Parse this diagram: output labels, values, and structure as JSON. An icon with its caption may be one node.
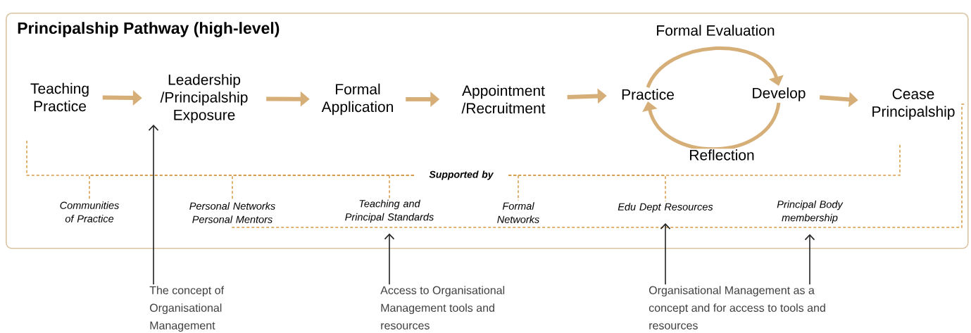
{
  "diagram": {
    "nodes": [
      {
        "text": [
          "Principalship Pathway (high-level)"
        ]
      },
      {
        "text": [
          "Teaching Practice"
        ],
        "in": 0
      },
      {
        "text": [
          "Leadership /Principalship Exposure"
        ],
        "in": 0
      },
      {
        "text": [
          "Formal Application"
        ],
        "in": 0
      },
      {
        "text": [
          "Appointment /Recruitment"
        ],
        "in": 0
      },
      {
        "text": [
          "Practice"
        ],
        "in": 0
      },
      {
        "text": [
          "Develop"
        ],
        "in": 0
      },
      {
        "text": [
          "Cease Principalship"
        ],
        "in": 0
      },
      {
        "text": [
          "Supported by"
        ],
        "in": 0
      },
      {
        "text": [
          "Communities of Practice"
        ],
        "in": 0
      },
      {
        "text": [
          "Personal Networks Personal Mentors"
        ],
        "in": 0
      },
      {
        "text": [
          "Teaching and Principal Standards"
        ],
        "in": 0
      },
      {
        "text": [
          "Formal Networks"
        ],
        "in": 0
      },
      {
        "text": [
          "Edu Dept Resources"
        ],
        "in": 0
      },
      {
        "text": [
          "Principal Body membership"
        ],
        "in": 0
      },
      {
        "text": [
          "The concept of Organisational Management"
        ]
      },
      {
        "text": [
          "Access to Organisational Management tools and resources"
        ]
      },
      {
        "text": [
          "Organisational Management as a concept and for access to tools and resources"
        ]
      }
    ],
    "edges": [
      {
        "from": 1,
        "to": 2,
        "arrow": "to",
        "style": "thick",
        "color": "#d6ae78"
      },
      {
        "from": 2,
        "to": 3,
        "arrow": "to",
        "style": "thick",
        "color": "#d6ae78"
      },
      {
        "from": 3,
        "to": 4,
        "arrow": "to",
        "style": "thick",
        "color": "#d6ae78"
      },
      {
        "from": 4,
        "to": 5,
        "arrow": "to",
        "style": "thick",
        "color": "#d6ae78"
      },
      {
        "from": 5,
        "to": 6,
        "arrow": "to",
        "style": "thick",
        "color": "#d6ae78",
        "label": "Formal Evaluation"
      },
      {
        "from": 6,
        "to": 5,
        "arrow": "to",
        "style": "thick",
        "color": "#d6ae78",
        "label": "Reflection"
      },
      {
        "from": 6,
        "to": 7,
        "arrow": "to",
        "style": "thick",
        "color": "#d6ae78"
      },
      {
        "from": 8,
        "to": 1,
        "arrow": "none",
        "style": "dashed"
      },
      {
        "from": 8,
        "to": 7,
        "arrow": "none",
        "style": "dashed"
      },
      {
        "from": 8,
        "to": 9,
        "arrow": "none",
        "style": "dashed"
      },
      {
        "from": 8,
        "to": 10,
        "arrow": "none",
        "style": "dashed"
      },
      {
        "from": 8,
        "to": 11,
        "arrow": "none",
        "style": "dashed"
      },
      {
        "from": 8,
        "to": 12,
        "arrow": "none",
        "style": "dashed"
      },
      {
        "from": 8,
        "to": 13,
        "arrow": "none",
        "style": "dashed"
      },
      {
        "from": 7,
        "to": 10,
        "arrow": "none",
        "style": "dashed"
      },
      {
        "from": 15,
        "to": 2,
        "arrow": "to",
        "color": "#222222"
      },
      {
        "from": 16,
        "to": 11,
        "arrow": "to",
        "color": "#222222"
      },
      {
        "from": 17,
        "to": 13,
        "arrow": "to",
        "color": "#222222"
      },
      {
        "from": 17,
        "to": 14,
        "arrow": "to",
        "color": "#222222"
      }
    ]
  }
}
